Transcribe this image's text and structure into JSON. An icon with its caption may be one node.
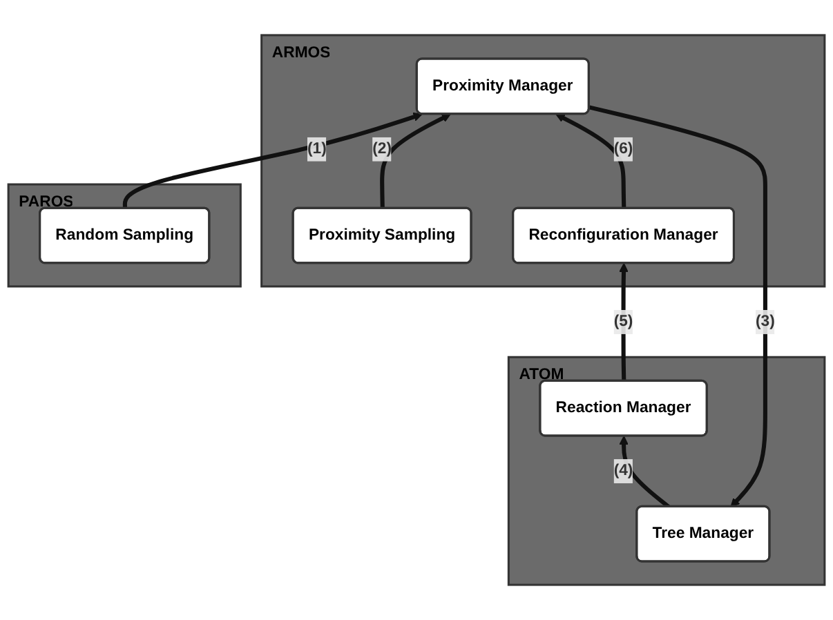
{
  "diagram": {
    "nodes": [
      {
        "text": [
          "ATOM"
        ]
      },
      {
        "text": [
          "Tree Manager"
        ],
        "in": 0
      },
      {
        "text": [
          "Reaction Manager"
        ],
        "in": 0
      },
      {
        "text": [
          "ARMOS"
        ]
      },
      {
        "text": [
          "Proximity Sampling"
        ],
        "in": 3
      },
      {
        "text": [
          "Proximity Manager"
        ],
        "in": 3
      },
      {
        "text": [
          "Reconfiguration Manager"
        ],
        "in": 3
      },
      {
        "text": [
          "PAROS"
        ]
      },
      {
        "text": [
          "Random Sampling"
        ],
        "in": 7
      }
    ],
    "edges": [
      {
        "from": 1,
        "to": 2,
        "arrow": "to",
        "label": "(4)"
      },
      {
        "from": 2,
        "to": 6,
        "arrow": "to",
        "label": "(5)"
      },
      {
        "from": 5,
        "to": 1,
        "arrow": "to",
        "label": "(3)"
      },
      {
        "from": 4,
        "to": 5,
        "arrow": "to",
        "label": "(2)"
      },
      {
        "from": 6,
        "to": 5,
        "arrow": "to",
        "label": "(6)"
      },
      {
        "from": 8,
        "to": 5,
        "arrow": "to",
        "label": "(1)"
      }
    ]
  }
}
